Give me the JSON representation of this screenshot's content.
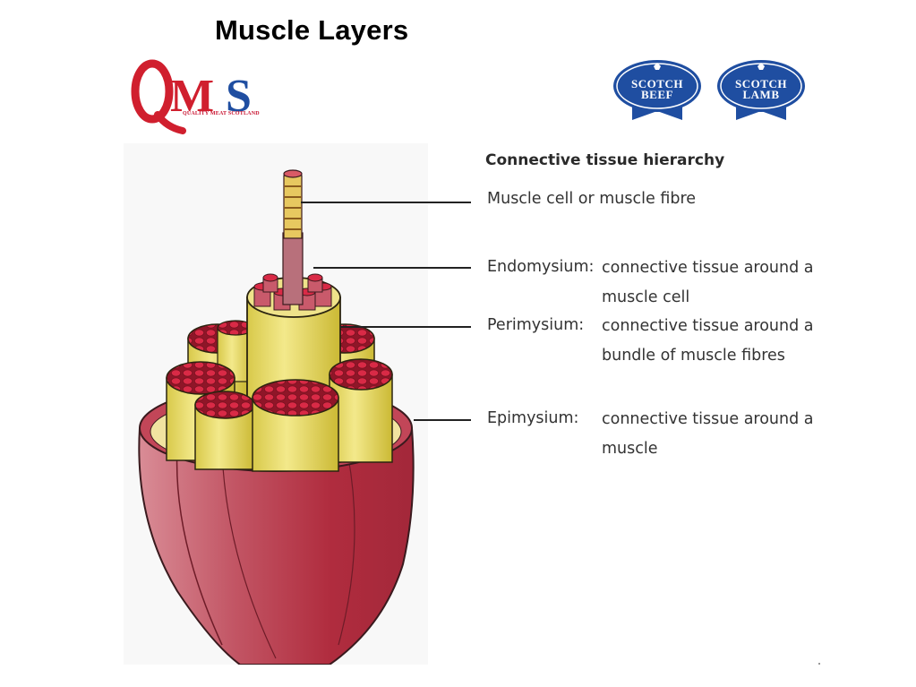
{
  "title": "Muscle Layers",
  "logos": {
    "qms_letters": "QMS",
    "qms_tagline": "QUALITY MEAT SCOTLAND",
    "scotch_beef": [
      "SCOTCH",
      "BEEF"
    ],
    "scotch_lamb": [
      "SCOTCH",
      "LAMB"
    ]
  },
  "colors": {
    "qms_red": "#d01f2e",
    "qms_blue": "#1f4ea1",
    "badge_blue": "#1f4ea1",
    "epimysium_red": "#b3303f",
    "perimysium_yellow": "#e6d65a",
    "fibre_red": "#c6233c"
  },
  "hierarchy": {
    "heading": "Connective tissue hierarchy",
    "fibre": "Muscle cell or muscle fibre",
    "layers": [
      {
        "term": "Endomysium:",
        "description": "connective tissue around a muscle cell"
      },
      {
        "term": "Perimysium:",
        "description": "connective tissue around a bundle of muscle fibres"
      },
      {
        "term": "Epimysium:",
        "description": "connective tissue around a muscle"
      }
    ]
  }
}
